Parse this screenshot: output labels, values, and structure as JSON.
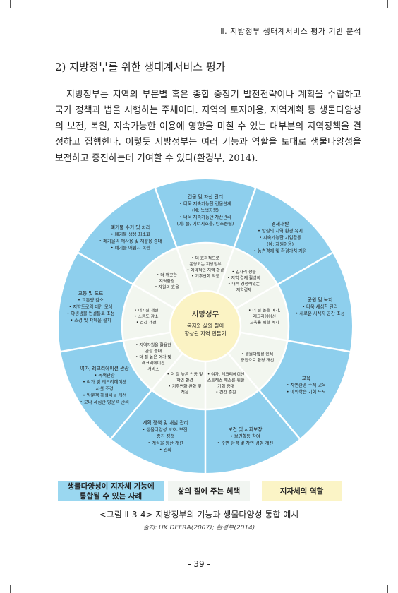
{
  "header": {
    "running_title": "Ⅱ. 지방정부 생태계서비스 평가 기반 분석"
  },
  "section": {
    "heading": "2) 지방정부를 위한 생태계서비스 평가"
  },
  "body": {
    "paragraph": "지방정부는 지역의 부문별 혹은 종합 중장기 발전전략이나 계획을 수립하고 국가 정책과 법을 시행하는 주체이다. 지역의 토지이용, 지역계획 등 생물다양성의 보전, 복원, 지속가능한 이용에 영향을 미칠 수 있는 대부분의 지역정책을 결정하고 집행한다. 이렇듯 지방정부는 여러 기능과 역할을 토대로 생물다양성을 보전하고 증진하는데 기여할 수 있다(환경부, 2014)."
  },
  "figure": {
    "center": {
      "title": "지방정부",
      "subtitle_lines": [
        "복지와 삶의 질이",
        "향상된 지역 만들기"
      ]
    },
    "sectors": [
      {
        "title": "건물 및 자산 관리",
        "outer": [
          "• 더욱 지속가능한 건물설계",
          "(예: 녹색지붕)",
          "• 더욱 지속가능한 자산관리",
          "(예: 물, 에너지효율, 탄소중립)"
        ],
        "inner": [
          "• 더 효과적으로",
          "운영되는 지방정부",
          "• 예약적인 지역 환경",
          "• 기후변화 적응"
        ]
      },
      {
        "title": "경제개발",
        "outer": [
          "• 양질의 지역 환경 유지",
          "• 지속가능한 기업활동",
          "(예: 자원이용)",
          "• 농촌경제 및 환경가치 지원"
        ],
        "inner": [
          "• 일자리 창출",
          "• 지역 경제 활성화",
          "• 더욱 경쟁력있는",
          "지역경제"
        ]
      },
      {
        "title": "공원 및 녹지",
        "outer": [
          "• 더욱 세심한 관리",
          "• 새로운 서식지 공간 조성"
        ],
        "inner": [
          "• 더 질 높은 여가,",
          "레크리에이션",
          "교육을 위한 녹지"
        ]
      },
      {
        "title": "교육",
        "outer": [
          "• 자연환경 주제 교육",
          "• 야외학습 기회 도모"
        ],
        "inner": [
          "• 생물다양성 인식",
          "증진으로 환경 개선"
        ]
      },
      {
        "title": "보건 및 사회보장",
        "outer": [
          "• 보건활동 참여",
          "• 주변 환경 및 자연 경험 개선"
        ],
        "inner": [
          "• 여가, 레크리에이션",
          "스트레스 해소를 위한",
          "기회 증대",
          "• 건강 증진"
        ]
      },
      {
        "title": "계획 정책 및 개발 관리",
        "outer": [
          "• 생물다양성 보호, 보전,",
          "증진 정책",
          "• 계획을 통한 개선",
          "• 완화"
        ],
        "inner": [
          "• 더 질 높은 인공 및",
          "자연 환경",
          "• 기후변화 완화 및",
          "적응"
        ]
      },
      {
        "title": "여가, 레크리에이션 관광",
        "outer": [
          "• 녹색관광",
          "• 여가 및 레크리에이션",
          "시설 조경",
          "• 방문객 해설시설 개선",
          "• 보다 세심한 방문객 관리"
        ],
        "inner": [
          "• 지역자원을 활용한",
          "관광 증대",
          "• 더 질 높은 여가 및",
          "레크리에이션",
          "서비스"
        ]
      },
      {
        "title": "교통 및 도로",
        "outer": [
          "• 교통량 감소",
          "• 지방도로의 대안 모색",
          "• 야생생물 연결통로 조성",
          "• 조경 및 차폐물 설치"
        ],
        "inner": [
          "• 대기질 개선",
          "• 소음도 감소",
          "• 건강 개선"
        ]
      },
      {
        "title": "폐기물 수거 및 처리",
        "outer": [
          "• 폐기물 생성 최소화",
          "• 폐기물의 재사용 및 재활용 증대",
          "• 폐기물 매립지 복원"
        ],
        "inner": [
          "• 더 깨끗한",
          "지역환경",
          "• 자원의 효율"
        ]
      }
    ]
  },
  "legend": {
    "item1": "생물다양성이 지자체 기능에\n통합될 수 있는 사례",
    "item2": "삶의 질에 주는 혜택",
    "item3": "지자체의 역할"
  },
  "caption": {
    "title": "<그림 Ⅱ-3-4> 지방정부의 기능과 생물다양성 통합 예시",
    "source": "출처: UK DEFRA(2007); 환경부(2014)"
  },
  "page": {
    "number": "- 39 -"
  },
  "colors": {
    "outer_ring": "#8ecfed",
    "inner_ring": "#f2f6ef",
    "center": "#fbf3c4",
    "divider": "#ffffff"
  }
}
